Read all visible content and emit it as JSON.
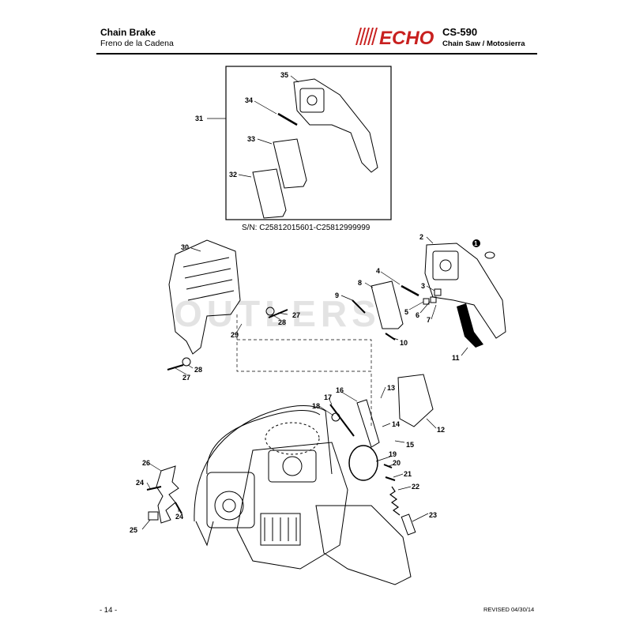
{
  "header": {
    "title": "Chain Brake",
    "subtitle": "Freno de la Cadena",
    "logo_text": "ECHO",
    "model": "CS-590",
    "model_subtitle": "Chain Saw / Motosierra"
  },
  "serial_note": "S/N: C25812015601-C25812999999",
  "watermark": "OUTLERS",
  "footer": {
    "page_number": "- 14 -",
    "revised": "REVISED 04/30/14"
  },
  "inset_callouts": [
    "35",
    "34",
    "31",
    "33",
    "32"
  ],
  "main_callouts": [
    "30",
    "2",
    "1",
    "4",
    "3",
    "8",
    "9",
    "5",
    "6",
    "7",
    "27",
    "28",
    "29",
    "10",
    "11",
    "28",
    "27",
    "17",
    "16",
    "13",
    "18",
    "14",
    "12",
    "15",
    "19",
    "20",
    "26",
    "21",
    "22",
    "24",
    "24",
    "23",
    "25"
  ],
  "colors": {
    "logo_red": "#c8201f",
    "ink": "#000000",
    "watermark": "#e3e3e3"
  }
}
